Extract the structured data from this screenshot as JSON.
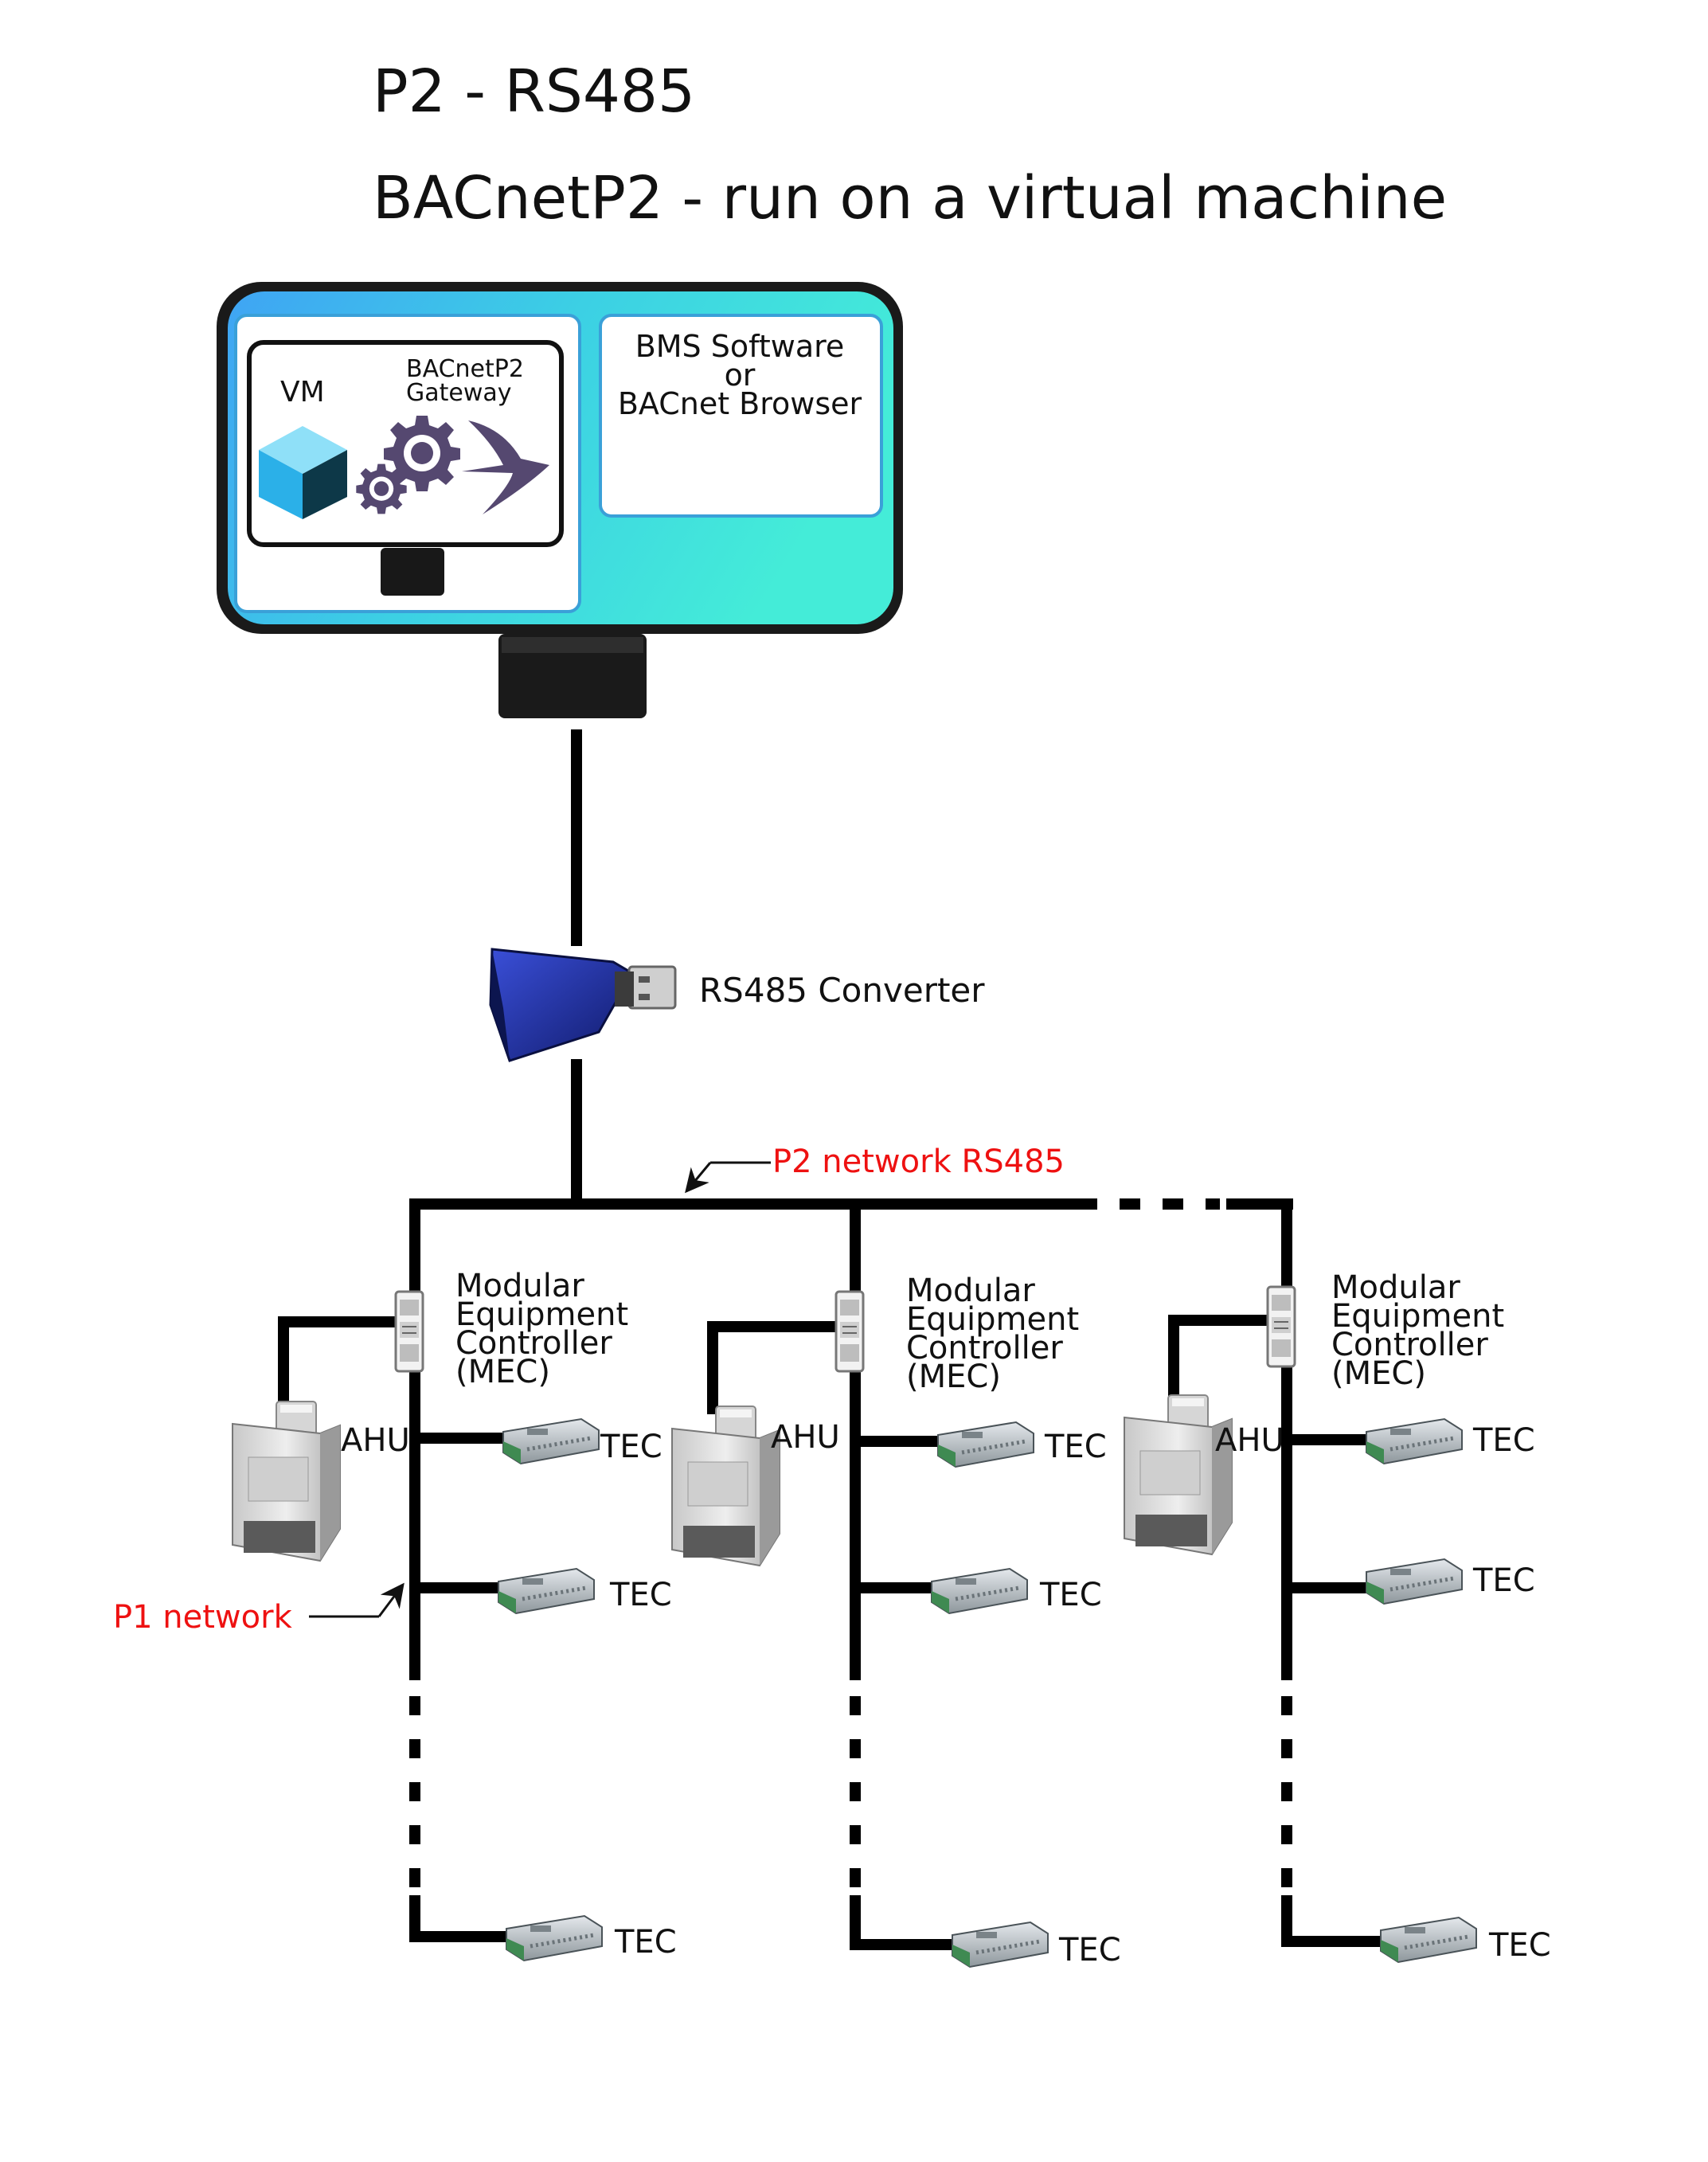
{
  "title": {
    "line1": "P2 - RS485",
    "line2": "BACnetP2 - run on a virtual machine"
  },
  "computer": {
    "vm_label": "VM",
    "gateway_line1": "BACnetP2",
    "gateway_line2": "Gateway",
    "bms_line1": "BMS Software",
    "bms_line2": "or",
    "bms_line3": "BACnet Browser"
  },
  "converter_label": "RS485 Converter",
  "p2_network_label": "P2 network RS485",
  "p1_network_label": "P1 network",
  "mec_label": [
    "Modular",
    "Equipment",
    "Controller",
    "(MEC)"
  ],
  "ahu_label": "AHU",
  "tec_label": "TEC",
  "colors": {
    "network_note": "#ee1111",
    "screen_left": "#3fa4f4",
    "screen_right": "#44ecd8",
    "converter": "#2a3ab8"
  },
  "icons": [
    "vm-cube-icon",
    "gear-icon",
    "swallow-icon",
    "usb-plug-icon"
  ]
}
